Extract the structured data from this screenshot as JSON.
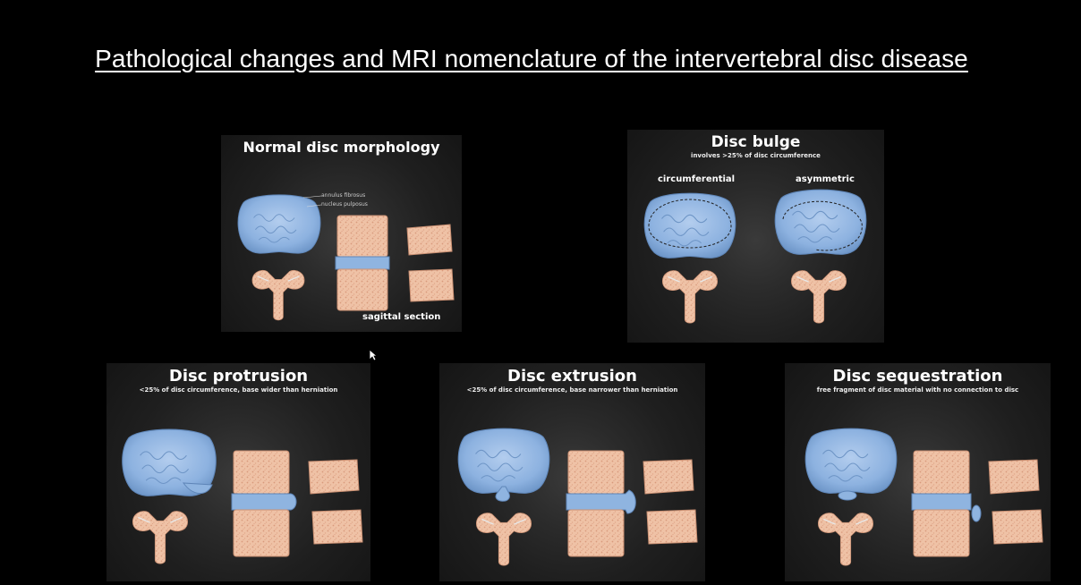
{
  "slide": {
    "title": "Pathological changes and MRI nomenclature of the intervertebral disc disease"
  },
  "panels": {
    "normal": {
      "title": "Normal disc morphology",
      "annulus_label": "annulus fibrosus",
      "nucleus_label": "nucleus pulposus",
      "section_label": "sagittal section"
    },
    "bulge": {
      "title": "Disc bulge",
      "subtitle": "involves >25% of disc circumference",
      "left_label": "circumferential",
      "right_label": "asymmetric"
    },
    "protrusion": {
      "title": "Disc protrusion",
      "subtitle": "<25% of disc circumference, base wider than herniation"
    },
    "extrusion": {
      "title": "Disc extrusion",
      "subtitle": "<25% of disc circumference, base narrower than herniation"
    },
    "sequestration": {
      "title": "Disc sequestration",
      "subtitle": "free fragment of disc material with no connection to disc"
    }
  },
  "colors": {
    "disc_blue": "#8fb4e0",
    "bone_pink": "#f0c4a8",
    "background": "#000000"
  }
}
